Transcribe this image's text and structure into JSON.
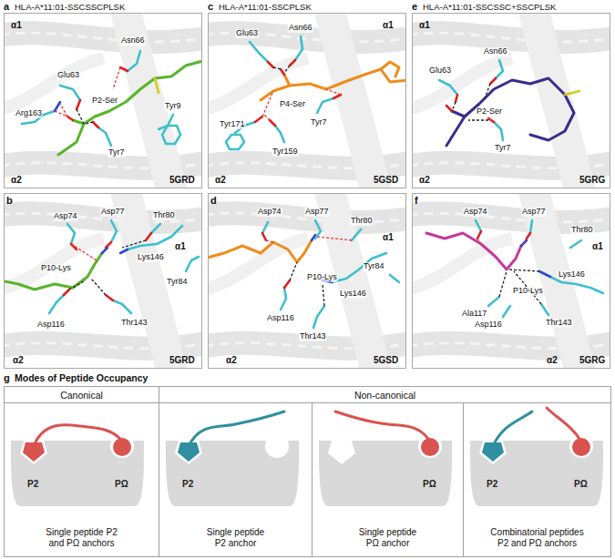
{
  "diagram": {
    "nodes": [
      {
        "text": [
          "Canonical"
        ]
      },
      {
        "text": [
          "Non-canonical"
        ]
      },
      {
        "text": [
          "Single peptide P2 and PΩ anchors"
        ]
      },
      {
        "text": [
          "Single peptide P2 anchor"
        ]
      },
      {
        "text": [
          "Single peptide PΩ anchor"
        ]
      },
      {
        "text": [
          "Combinatorial peptides P2 and PΩ anchors"
        ]
      }
    ],
    "labels": [
      "a",
      "HLA-A*11:01-SSCSSCPLSK",
      "c",
      "HLA-A*11:01-SSCPLSK",
      "e",
      "HLA-A*11:01-SSCSSC+SSCPLSK",
      "α1",
      "Asn66",
      "Glu63",
      "Arg163",
      "P2-Ser",
      "Tyr9",
      "Tyr7",
      "α2",
      "5GRD",
      "b",
      "Asp74",
      "Asp77",
      "Thr80",
      "α1",
      "Lys146",
      "P10-Lys",
      "Tyr84",
      "Thr143",
      "Asp116",
      "α2",
      "5GRD",
      "α1",
      "Glu63",
      "Asn66",
      "P4-Ser",
      "Tyr171",
      "Tyr7",
      "Tyr159",
      "α2",
      "5GSD",
      "d",
      "Asp74",
      "Asp77",
      "Thr80",
      "α1",
      "Tyr84",
      "P10-Lys",
      "Lys146",
      "Asp116",
      "Thr143",
      "α2",
      "5GSD",
      "α1",
      "Asn66",
      "Glu63",
      "P2-Ser",
      "Tyr7",
      "α2",
      "5GRG",
      "f",
      "Asp74",
      "Asp77",
      "Thr80",
      "α1",
      "Lys146",
      "P10-Lys",
      "Ala117",
      "Asp116",
      "Thr143",
      "α2",
      "5GRG",
      "g",
      "Modes of Peptide Occupancy",
      "P2",
      "PΩ",
      "P2",
      "PΩ",
      "P2",
      "PΩ"
    ]
  }
}
